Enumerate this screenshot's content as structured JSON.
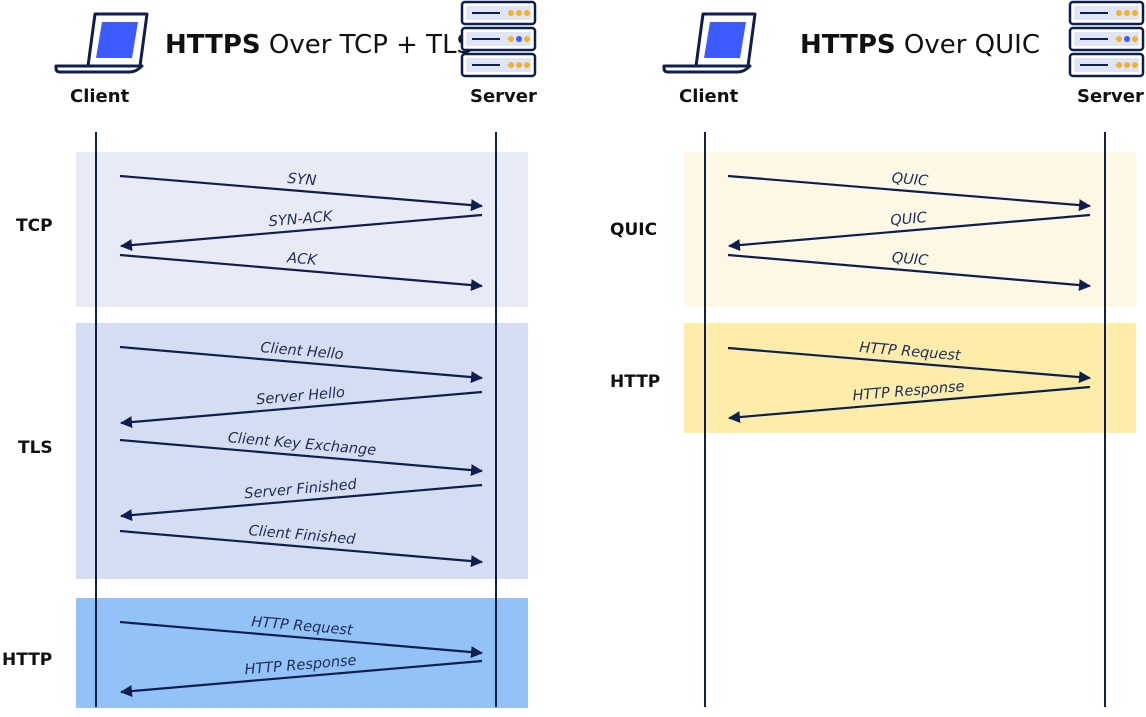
{
  "left": {
    "title_bold": "HTTPS",
    "title_rest": " Over TCP + TLS",
    "client_label": "Client",
    "server_label": "Server",
    "phases": [
      {
        "label": "TCP",
        "messages": [
          "SYN",
          "SYN-ACK",
          "ACK"
        ]
      },
      {
        "label": "TLS",
        "messages": [
          "Client Hello",
          "Server Hello",
          "Client Key Exchange",
          "Server Finished",
          "Client Finished"
        ]
      },
      {
        "label": "HTTP",
        "messages": [
          "HTTP Request",
          "HTTP Response"
        ]
      }
    ]
  },
  "right": {
    "title_bold": "HTTPS",
    "title_rest": " Over QUIC",
    "client_label": "Client",
    "server_label": "Server",
    "phases": [
      {
        "label": "QUIC",
        "messages": [
          "QUIC",
          "QUIC",
          "QUIC"
        ]
      },
      {
        "label": "HTTP",
        "messages": [
          "HTTP Request",
          "HTTP Response"
        ]
      }
    ]
  },
  "colors": {
    "line": "#0e1f4d",
    "tcp_band": "#e8ebf6",
    "tls_band": "#d4ddf1",
    "http_band_left": "#93c2f8",
    "quic_band": "#fdf8e6",
    "http_band_right": "#fdecaa",
    "laptop_screen": "#3d5aff",
    "server_dots_orange": "#f5b02e",
    "server_dot_blue": "#3d5aff"
  },
  "icons": [
    "laptop-icon",
    "server-stack-icon"
  ]
}
